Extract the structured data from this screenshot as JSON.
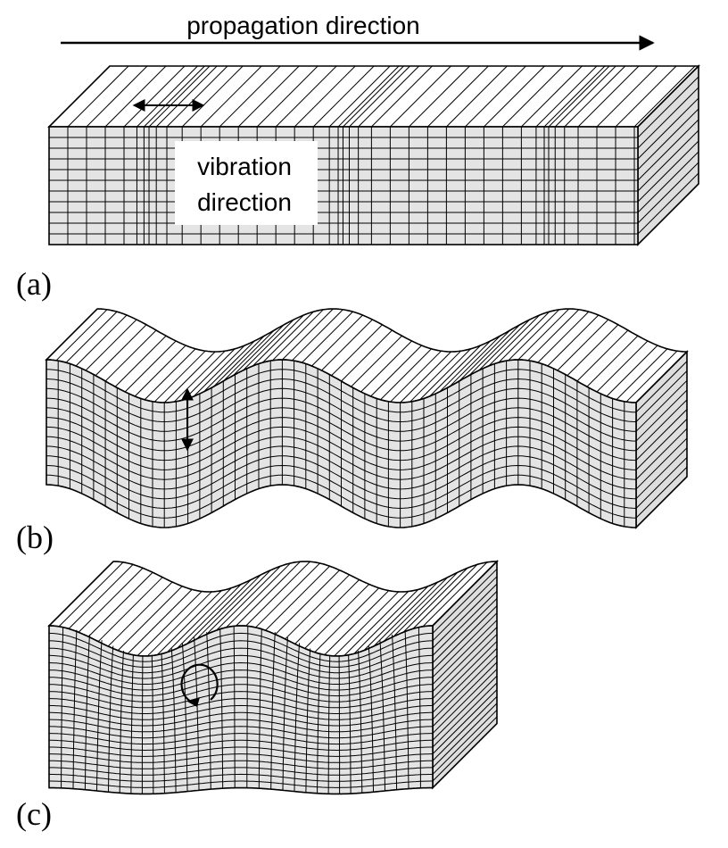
{
  "figure": {
    "propagation_label": "propagation direction",
    "vibration_label_line1": "vibration",
    "vibration_label_line2": "direction",
    "panels": [
      {
        "id": "a",
        "label": "(a)",
        "wave": "longitudinal"
      },
      {
        "id": "b",
        "label": "(b)",
        "wave": "transverse"
      },
      {
        "id": "c",
        "label": "(c)",
        "wave": "surface"
      }
    ]
  },
  "colors": {
    "ink": "#000000",
    "front_face": "#e4e4e4",
    "top_face": "#ffffff",
    "side_face": "#dedede"
  },
  "icons": {
    "propagation_arrow": "right-arrow",
    "vibration_arrow_a": "double-headed-horizontal-arrow",
    "vibration_arrow_b": "double-headed-vertical-arrow",
    "vibration_arrow_c": "circular-arrow"
  }
}
